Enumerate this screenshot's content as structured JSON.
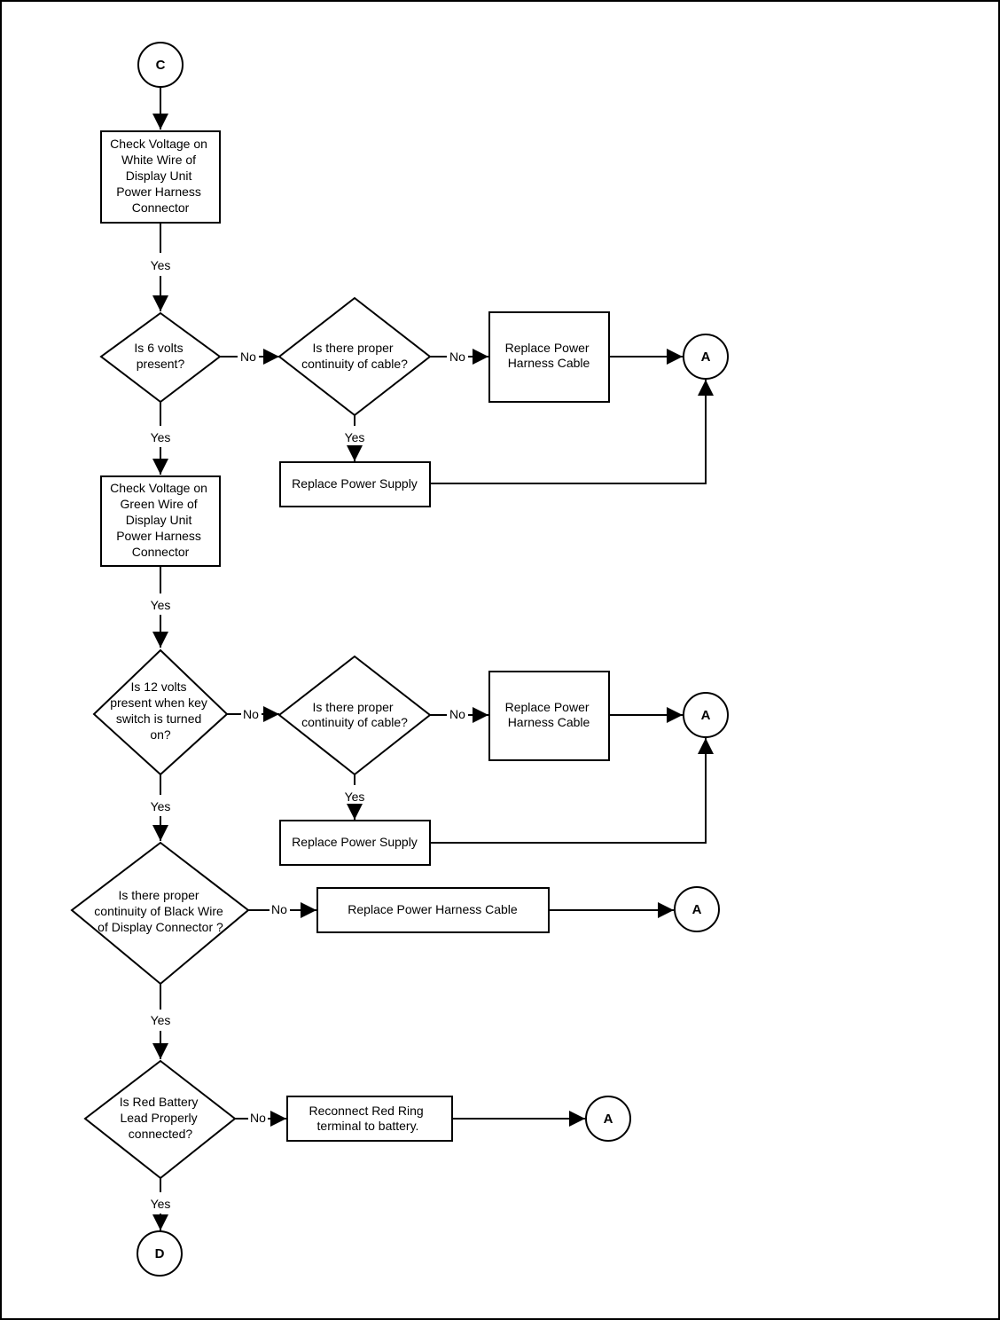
{
  "nodes": {
    "c_start": {
      "label": "C"
    },
    "check_white": {
      "lines": [
        "Check Voltage on",
        "White  Wire  of",
        "Display Unit",
        "Power Harness",
        "Connector"
      ]
    },
    "q_6v": {
      "lines": [
        "Is 6 volts",
        "present?"
      ]
    },
    "q_cont1": {
      "lines": [
        "Is there proper",
        "continuity of cable?"
      ]
    },
    "replace_harness1": {
      "lines": [
        "Replace Power",
        "Harness Cable"
      ]
    },
    "a1": {
      "label": "A"
    },
    "replace_supply1": {
      "lines": [
        "Replace Power Supply"
      ]
    },
    "check_green": {
      "lines": [
        "Check Voltage on",
        "Green  Wire  of",
        "Display Unit",
        "Power Harness",
        "Connector"
      ]
    },
    "q_12v": {
      "lines": [
        "Is 12 volts",
        "present when key",
        "switch  is turned",
        "on?"
      ]
    },
    "q_cont2": {
      "lines": [
        "Is there proper",
        "continuity of cable?"
      ]
    },
    "replace_harness2": {
      "lines": [
        "Replace Power",
        "Harness Cable"
      ]
    },
    "a2": {
      "label": "A"
    },
    "replace_supply2": {
      "lines": [
        "Replace Power Supply"
      ]
    },
    "q_black": {
      "lines": [
        "Is there proper",
        "continuity of Black Wire",
        "of Display Connector ?"
      ]
    },
    "replace_harness3": {
      "lines": [
        "Replace Power Harness Cable"
      ]
    },
    "a3": {
      "label": "A"
    },
    "q_red": {
      "lines": [
        "Is Red Battery",
        "Lead Properly",
        "connected?"
      ]
    },
    "reconnect": {
      "lines": [
        "Reconnect Red Ring",
        "terminal to battery."
      ]
    },
    "a4": {
      "label": "A"
    },
    "d_end": {
      "label": "D"
    }
  },
  "edge_labels": {
    "yes1": "Yes",
    "yes2": "Yes",
    "no1": "No",
    "no2": "No",
    "yes3": "Yes",
    "yes4": "Yes",
    "no3": "No",
    "no4": "No",
    "yes5": "Yes",
    "yes6": "Yes",
    "no5": "No",
    "yes7": "Yes",
    "no6": "No",
    "yes8": "Yes"
  }
}
